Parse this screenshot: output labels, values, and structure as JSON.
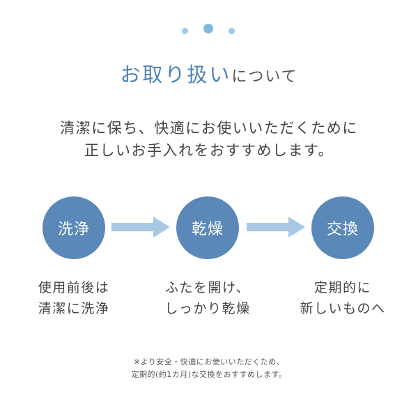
{
  "colors": {
    "accent": "#4f83b8",
    "circle": "#5a88b8",
    "arrow": "#a8c8e6",
    "dot_light": "#9ecbe8",
    "dot_mid": "#7fb9e0"
  },
  "header": {
    "title_accent": "お取り扱い",
    "title_rest": "について"
  },
  "intro": {
    "line1": "清潔に保ち、快適にお使いいただくために",
    "line2": "正しいお手入れをおすすめします。"
  },
  "steps": [
    {
      "label": "洗浄",
      "caption_line1": "使用前後は",
      "caption_line2": "清潔に洗浄"
    },
    {
      "label": "乾燥",
      "caption_line1": "ふたを開け、",
      "caption_line2": "しっかり乾燥"
    },
    {
      "label": "交換",
      "caption_line1": "定期的に",
      "caption_line2": "新しいものへ"
    }
  ],
  "note": {
    "line1": "※より安全・快適にお使いいただくため、",
    "line2": "定期的(約1カ月)な交換をおすすめします。"
  },
  "icons": [
    "arrow-right-icon",
    "decorative-dot-icon"
  ]
}
